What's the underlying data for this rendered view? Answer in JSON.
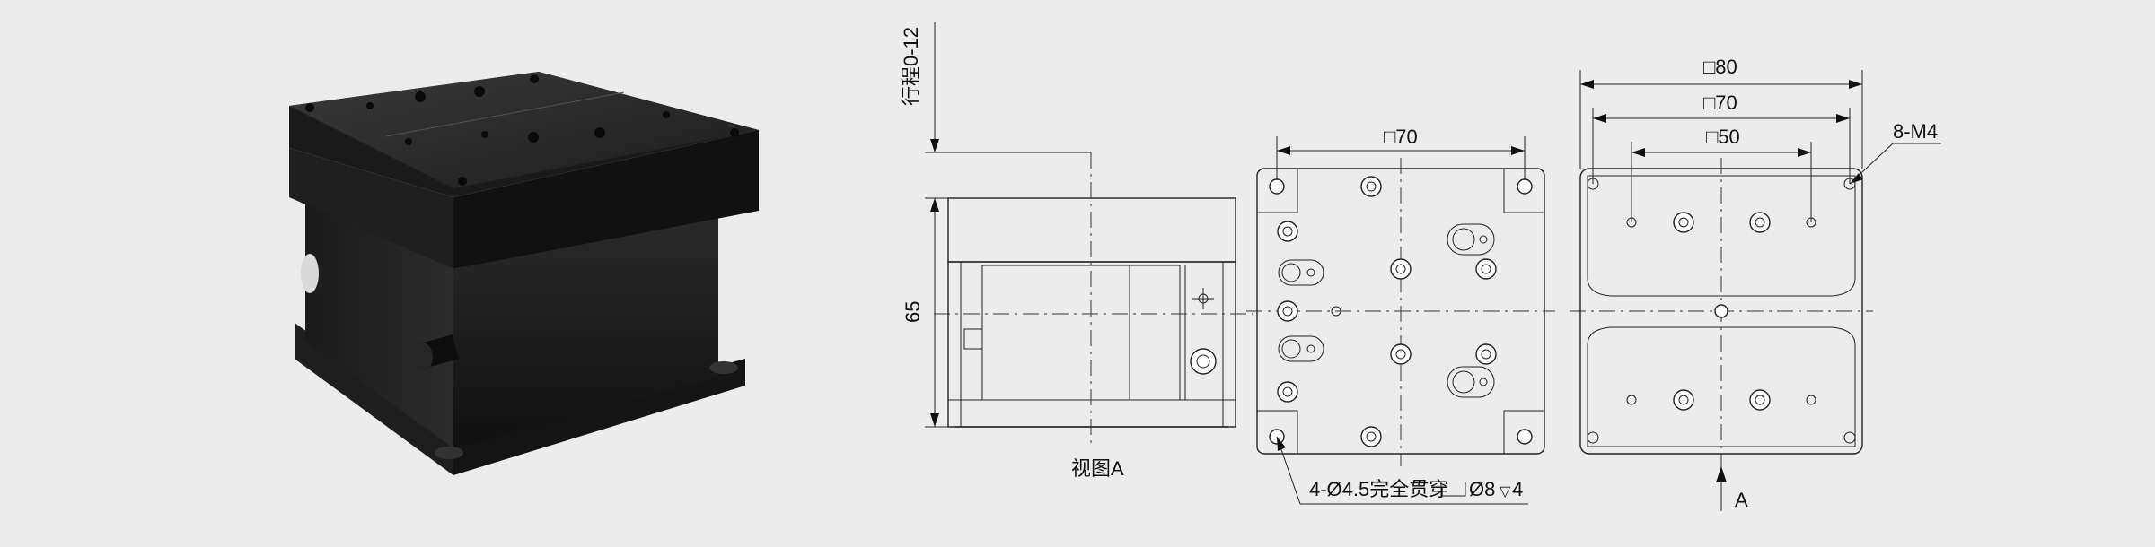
{
  "photo": {
    "kind": "product-render"
  },
  "side_view": {
    "stroke_label": "行程0-12",
    "height_label": "65",
    "view_label": "视图A"
  },
  "top_view": {
    "width_label": "□70",
    "hole_note_prefix": "4-Ø4.5完全贯穿",
    "hole_note_cbore": "Ø8",
    "hole_note_depth": "4",
    "depth_symbol": "▽"
  },
  "right_view": {
    "dim_80": "□80",
    "dim_70": "□70",
    "dim_50": "□50",
    "thread_label": "8-M4",
    "view_arrow_label": "A"
  }
}
